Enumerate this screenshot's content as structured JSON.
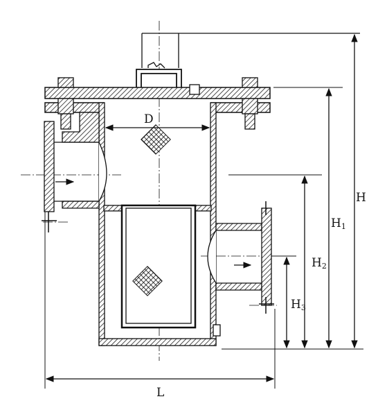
{
  "drawing": {
    "labels": {
      "d": "D",
      "l": "L",
      "h": "H",
      "h1_base": "H",
      "h1_sub": "1",
      "h2_base": "H",
      "h2_sub": "2",
      "h3_base": "H",
      "h3_sub": "3"
    },
    "colors": {
      "ink": "#111111",
      "hatch": "#222222",
      "background": "#ffffff"
    },
    "flow_arrows": [
      "inlet-left-to-right",
      "outlet-left-to-right"
    ],
    "icons": [
      "mesh-screen-icon",
      "hex-bolt-icon"
    ]
  }
}
